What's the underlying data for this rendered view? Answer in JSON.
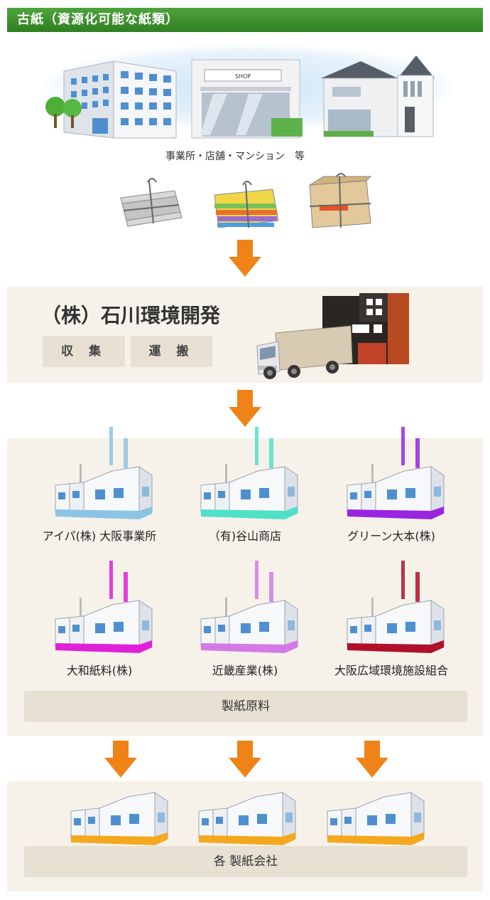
{
  "header": {
    "title": "古紙（資源化可能な紙類）"
  },
  "sources": {
    "shop_sign": "SHOP",
    "caption": "事業所・店舗・マンション　等"
  },
  "collector": {
    "name": "（株）石川環境開発",
    "tags": [
      "収 集",
      "運 搬"
    ]
  },
  "facilities": [
    {
      "name": "アイパ(株) 大阪事業所",
      "color": "#8cc4e6"
    },
    {
      "name": "（有)谷山商店",
      "color": "#4fe0c8"
    },
    {
      "name": "グリーン大本(株)",
      "color": "#9a25e0"
    },
    {
      "name": "大和紙料(株)",
      "color": "#e020d8"
    },
    {
      "name": "近畿産業(株)",
      "color": "#d47ae6"
    },
    {
      "name": "大阪広域環境施設組合",
      "color": "#b0102a"
    }
  ],
  "material_label": "製紙原料",
  "mills": {
    "label": "各 製紙会社",
    "color": "#f4a81d"
  },
  "colors": {
    "arrow": "#f08317",
    "panel": "#f6f2ea",
    "chip": "#e8e0d2",
    "title_green": "#3a8f2c"
  }
}
